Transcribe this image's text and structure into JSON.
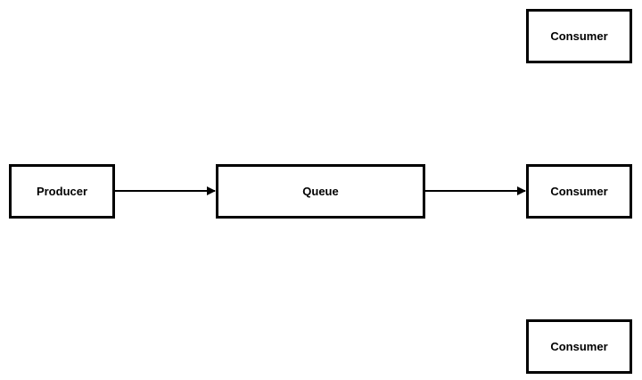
{
  "diagram": {
    "nodes": {
      "producer": "Producer",
      "queue": "Queue",
      "consumer_top": "Consumer",
      "consumer_middle": "Consumer",
      "consumer_bottom": "Consumer"
    },
    "edges": [
      {
        "from": "producer",
        "to": "queue"
      },
      {
        "from": "queue",
        "to": "consumer_middle"
      }
    ]
  },
  "colors": {
    "stroke": "#000000",
    "background": "#ffffff"
  }
}
